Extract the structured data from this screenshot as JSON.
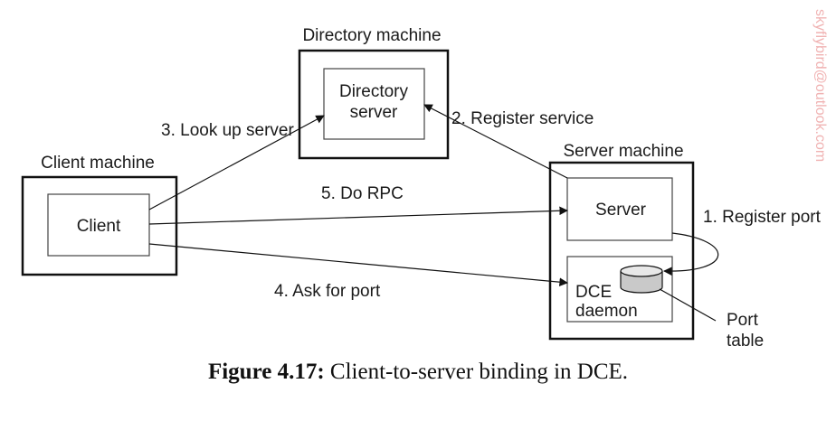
{
  "machines": {
    "directory": "Directory machine",
    "client": "Client machine",
    "server": "Server machine"
  },
  "components": {
    "directory_server_line1": "Directory",
    "directory_server_line2": "server",
    "client": "Client",
    "server": "Server",
    "dce_daemon_line1": "DCE",
    "dce_daemon_line2": "daemon",
    "port_table_line1": "Port",
    "port_table_line2": "table"
  },
  "arrows": {
    "register_port": "1. Register port",
    "register_service": "2. Register service",
    "look_up_server": "3. Look up server",
    "ask_for_port": "4. Ask for port",
    "do_rpc": "5. Do RPC"
  },
  "caption": {
    "label": "Figure 4.17:",
    "text": "Client-to-server binding in DCE."
  },
  "watermark": "skyflybird@outlook.com"
}
